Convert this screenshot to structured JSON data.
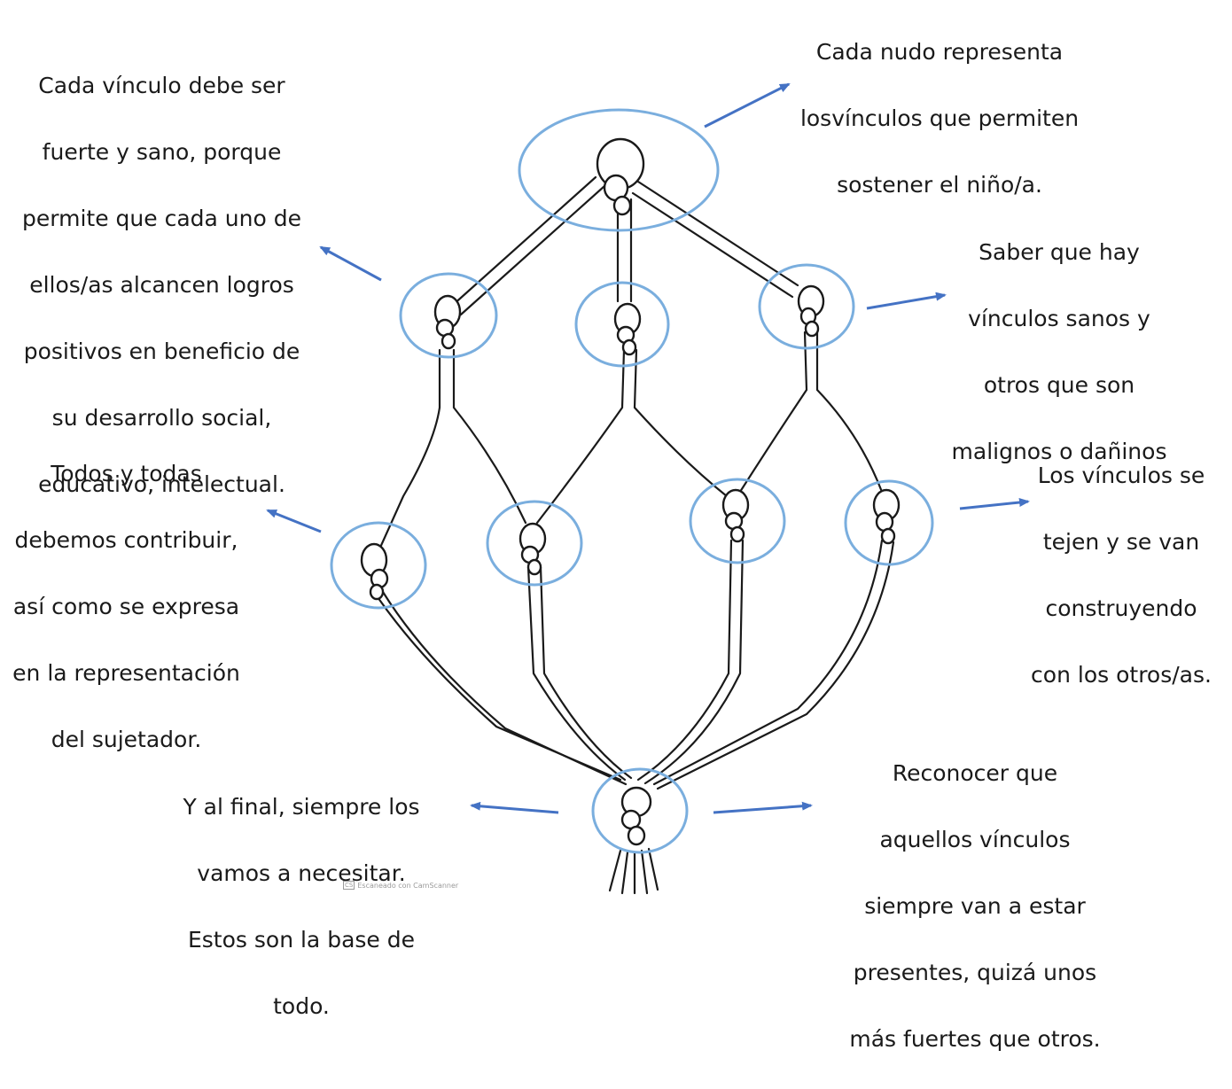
{
  "notes": {
    "top_right": [
      "Cada nudo representa",
      "losvínculos que permiten",
      "sostener el niño/a."
    ],
    "top_left": [
      "Cada vínculo debe ser",
      "fuerte y sano, porque",
      "permite que cada uno de",
      "ellos/as alcancen logros",
      "positivos en beneficio de",
      "su desarrollo social,",
      "educativo, intelectual."
    ],
    "mid_right": [
      "Saber que hay",
      "vínculos sanos y",
      "otros que son",
      "malignos o dañinos"
    ],
    "left": [
      "Todos y todas",
      "debemos contribuir,",
      "así como se expresa",
      "en la representación",
      "del sujetador."
    ],
    "right": [
      "Los vínculos se",
      "tejen y se van",
      "construyendo",
      "con los otros/as."
    ],
    "bottom_left": [
      "Y al final, siempre los",
      "vamos a necesitar.",
      "Estos son la base de",
      "todo."
    ],
    "bottom_right": [
      "Reconocer que",
      "aquellos vínculos",
      "siempre van a estar",
      "presentes, quizá unos",
      "más fuertes que otros."
    ]
  },
  "watermark": {
    "logo": "CS",
    "text": "Escaneado con CamScanner"
  },
  "colors": {
    "arrow": "#4472c4",
    "circle": "#7aaede",
    "cord": "#1a1a1a"
  }
}
